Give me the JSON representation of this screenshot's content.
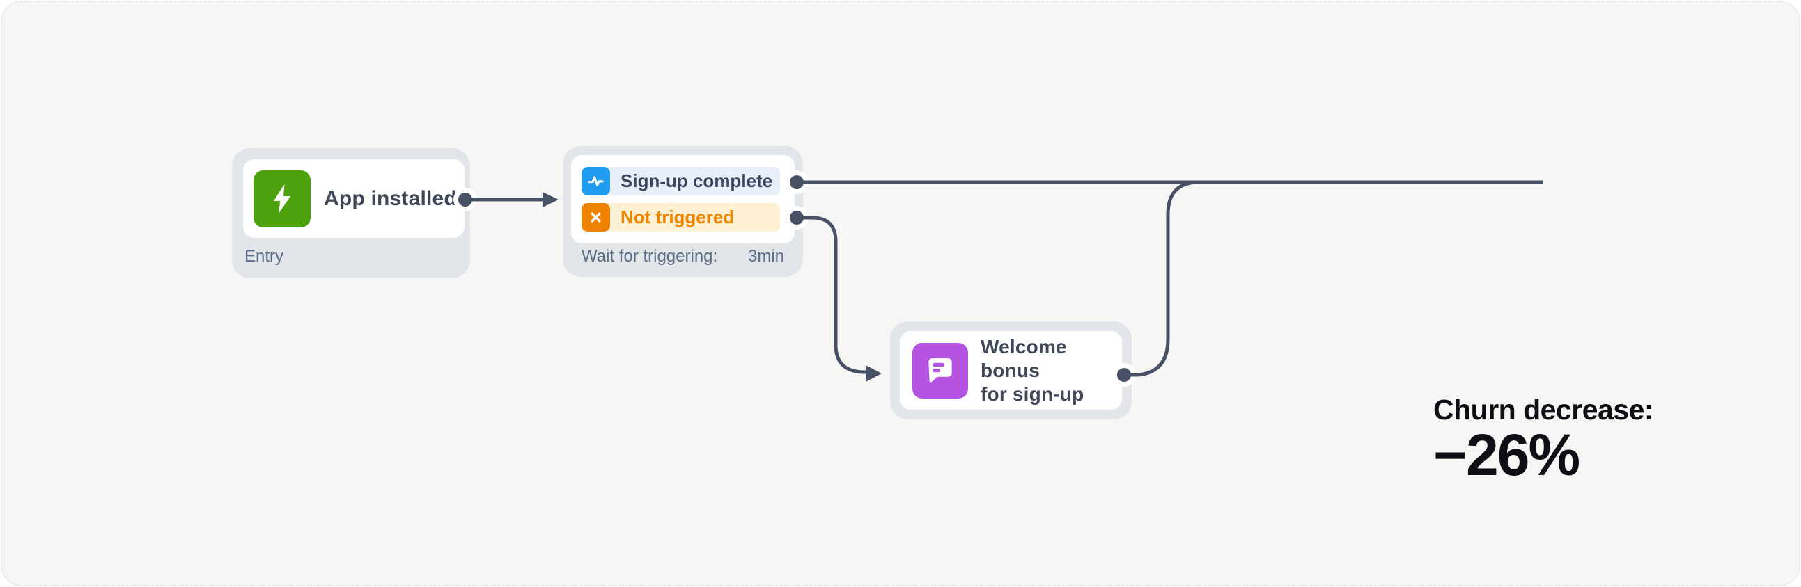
{
  "canvas": {
    "kind": "automation-flow-canvas"
  },
  "nodes": {
    "entry": {
      "title": "App installed",
      "caption": "Entry",
      "icon": "lightning-icon"
    },
    "trigger": {
      "rows": [
        {
          "label": "Sign-up complete",
          "icon": "pulse-icon"
        },
        {
          "label": "Not triggered",
          "icon": "x-icon"
        }
      ],
      "footer_label": "Wait for triggering:",
      "footer_value": "3min"
    },
    "action": {
      "title_line1": "Welcome bonus",
      "title_line2": "for sign-up",
      "icon": "chat-bubble-icon"
    }
  },
  "metric": {
    "label": "Churn decrease:",
    "value": "−26%"
  },
  "colors": {
    "canvas_bg": "#f6f6f5",
    "node_bg": "#e2e5ea",
    "green": "#4da10c",
    "blue": "#1f9cf0",
    "blue_row": "#e9f0fa",
    "orange": "#ef8300",
    "orange_text": "#ee8600",
    "cream": "#fdf0d3",
    "purple": "#b553e2",
    "line": "#475064",
    "text_dark": "#3d4757",
    "text_muted": "#5e6d84",
    "row_text": "#39455e",
    "metric": "#0d0f15"
  }
}
